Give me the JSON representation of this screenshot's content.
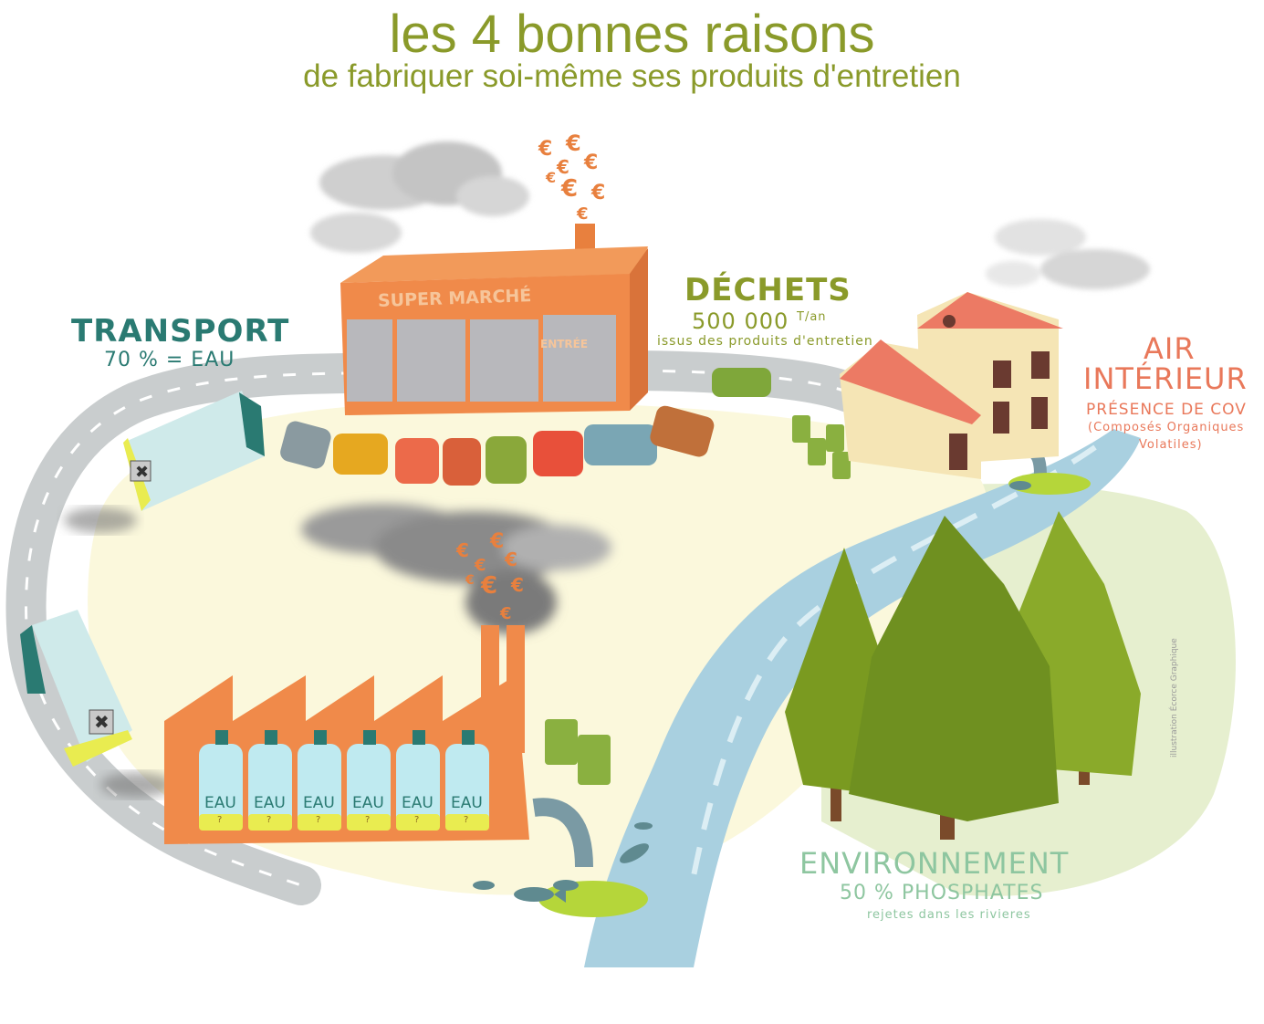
{
  "title": "les 4 bonnes raisons",
  "subtitle": "de fabriquer soi-même ses produits d'entretien",
  "transport": {
    "heading": "TRANSPORT",
    "detail": "70 % = EAU"
  },
  "dechets": {
    "heading": "DÉCHETS",
    "amount": "500 000",
    "unit": "T/an",
    "detail": "issus des produits d'entretien"
  },
  "air": {
    "heading_line1": "AIR",
    "heading_line2": "INTÉRIEUR",
    "detail": "PRÉSENCE DE COV",
    "note_line1": "(Composés Organiques",
    "note_line2": "Volatiles)"
  },
  "environnement": {
    "heading": "ENVIRONNEMENT",
    "detail": "50 % PHOSPHATES",
    "note": "rejetes dans les rivieres"
  },
  "supermarket": {
    "sign": "SUPER MARCHÉ",
    "entrance": "ENTRÉE"
  },
  "bottles": {
    "label": "EAU",
    "mark": "?"
  },
  "signature": "illustration Écorce Graphique",
  "colors": {
    "title": "#8a9a2a",
    "transport": "#2a7a72",
    "dechets": "#8a9a2a",
    "air": "#e9785a",
    "environnement": "#8ec6a0",
    "building": "#f08a4a",
    "road": "#c8cccd",
    "ground": "#fbf8dc",
    "river": "#a9d0e0",
    "tree": "#7a9a20"
  }
}
